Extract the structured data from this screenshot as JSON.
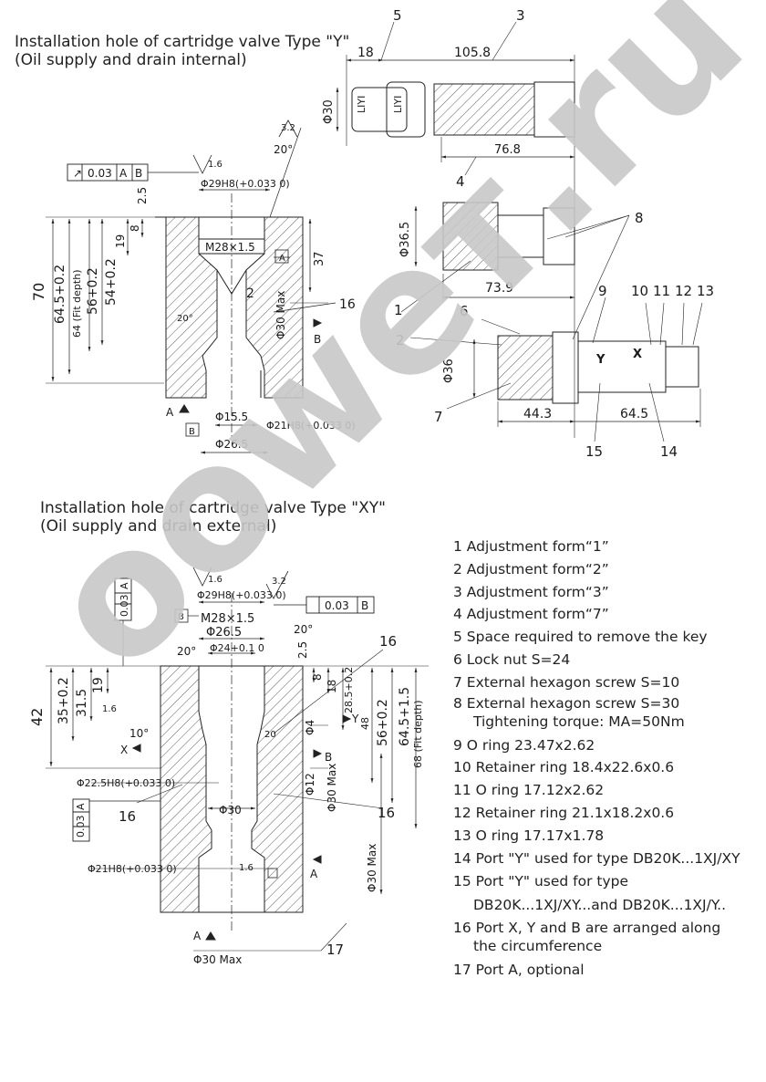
{
  "titles": {
    "type_y": [
      "Installation hole of cartridge valve  Type \"Y\"",
      "(Oil supply and drain internal)"
    ],
    "type_xy": [
      "Installation hole of cartridge valve  Type \"XY\"",
      "(Oil supply and drain external)"
    ]
  },
  "legend": [
    {
      "id": 1,
      "text": "1 Adjustment form“1”"
    },
    {
      "id": 2,
      "text": "2 Adjustment form“2”"
    },
    {
      "id": 3,
      "text": "3 Adjustment form“3”"
    },
    {
      "id": 4,
      "text": "4 Adjustment form“7”"
    },
    {
      "id": 5,
      "text": "5 Space required to remove the key"
    },
    {
      "id": 6,
      "text": "6 Lock nut S=24"
    },
    {
      "id": 7,
      "text": "7 External hexagon screw S=10"
    },
    {
      "id": 8,
      "text": "8 External hexagon screw S=30",
      "cont": "Tightening torque: MA=50Nm"
    },
    {
      "id": 9,
      "text": "9 O ring 23.47x2.62"
    },
    {
      "id": 10,
      "text": "10 Retainer ring 18.4x22.6x0.6"
    },
    {
      "id": 11,
      "text": "11 O ring 17.12x2.62"
    },
    {
      "id": 12,
      "text": "12 Retainer ring 21.1x18.2x0.6"
    },
    {
      "id": 13,
      "text": "13 O ring 17.17x1.78"
    },
    {
      "id": 14,
      "text": "14 Port \"Y\" used for type DB20K...1XJ/XY"
    },
    {
      "id": 15,
      "text": "15 Port \"Y\" used for type",
      "cont": "DB20K...1XJ/XY...and DB20K...1XJ/Y.."
    },
    {
      "id": 16,
      "text": "16 Port X, Y and B are arranged along",
      "cont": "the circumference"
    },
    {
      "id": 17,
      "text": "17 Port A, optional"
    }
  ],
  "dims_y": {
    "phi29": "Φ29H8(+0.033 0)",
    "tol": "0.03",
    "datum_a": "A",
    "datum_b": "B",
    "surf_16": "1.6",
    "surf_32": "3.2",
    "ang20": "20°",
    "m28": "M28×1.5",
    "d70": "70",
    "d645": "64.5+0.2",
    "d64fit": "64 (Fit depth)",
    "d56": "56+0.2",
    "d54": "54+0.2",
    "d19": "19",
    "d8": "8",
    "d25": "2.5",
    "d37": "37",
    "phi30max": "Φ30 Max",
    "phi155": "Φ15.5",
    "phi21": "Φ21H8(+0.033 0)",
    "phi265": "Φ26.5",
    "port_a": "A",
    "port_b": "B",
    "n2": "2",
    "n16": "16"
  },
  "dims_valve": {
    "n5": "5",
    "n3": "3",
    "d18": "18",
    "d1058": "105.8",
    "phi30": "Φ30",
    "d768": "76.8",
    "n4": "4",
    "n8": "8",
    "phi365": "Φ36.5",
    "n1": "1",
    "d739": "73.9",
    "n6": "6",
    "n9": "9",
    "n10": "10",
    "n11": "11",
    "n12": "12",
    "n13": "13",
    "n2": "2",
    "phi36": "Φ36",
    "n7": "7",
    "d443": "44.3",
    "d645": "64.5",
    "n15": "15",
    "n14": "14",
    "port_y": "Y",
    "port_x": "X",
    "key": "LIYI"
  },
  "dims_xy": {
    "surf_16": "1.6",
    "surf_32": "3.2",
    "phi29": "Φ29H8(+0.033 0)",
    "tol": "0.03",
    "datum_a": "A",
    "datum_b": "B",
    "m28": "M28×1.5",
    "phi265": "Φ26.5",
    "phi24": "Φ24+0.1 0",
    "ang20": "20°",
    "ang10": "10°",
    "d42": "42",
    "d35": "35+0.2",
    "d315": "31.5",
    "d19": "19",
    "d25": "2.5",
    "d8": "8",
    "d18": "18",
    "d285": "28.5+0.2",
    "d48": "48",
    "d56": "56+0.2",
    "d645": "64.5+1.5",
    "d68fit": "68 (Fit depth)",
    "phi4": "Φ4",
    "phi12": "Φ12",
    "phi30max": "Φ30 Max",
    "phi225": "Φ22.5H8(+0.033 0)",
    "phi30": "Φ30",
    "phi21": "Φ21H8(+0.033 0)",
    "port_x": "X",
    "port_y": "Y",
    "port_b": "B",
    "port_a": "A",
    "n16": "16",
    "n17": "17",
    "d20": "20"
  },
  "watermark": "ooweт.ru"
}
